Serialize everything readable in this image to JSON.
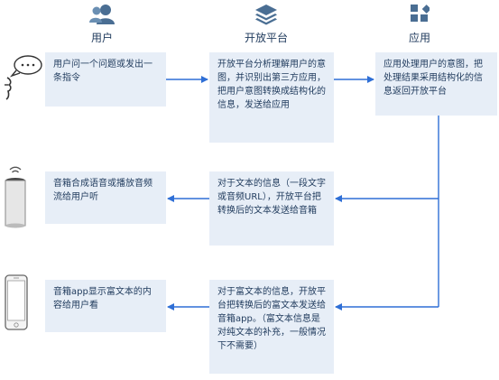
{
  "columns": {
    "user": {
      "title": "用户",
      "icon": "user-icon"
    },
    "platform": {
      "title": "开放平台",
      "icon": "layers-icon"
    },
    "app": {
      "title": "应用",
      "icon": "app-grid-icon"
    }
  },
  "boxes": {
    "user_command": "用户问一个问题或发出一条指令",
    "platform_analyze": "开放平台分析理解用户的意图，并识别出第三方应用，把用户意图转换成结构化的信息，发送给应用",
    "app_process": "应用处理用户的意图，把处理结果采用结构化的信息返回开放平台",
    "speaker_play": "音箱合成语音或播放音频流给用户听",
    "platform_text": "对于文本的信息（一段文字或音频URL），开放平台把转换后的文本发送给音箱",
    "speaker_app_show": "音箱app显示富文本的内容给用户看",
    "platform_richtext": "对于富文本的信息，开放平台把转换后的富文本发送给音箱app。（富文本信息是对纯文本的补充，一般情况下不需要）"
  },
  "devices": [
    "speaking-person-icon",
    "smart-speaker-icon",
    "phone-icon"
  ],
  "colors": {
    "box_fill": "#e7eef7",
    "arrow": "#2f6fd6",
    "text": "#1f3a5c",
    "icon": "#4a6e93"
  }
}
